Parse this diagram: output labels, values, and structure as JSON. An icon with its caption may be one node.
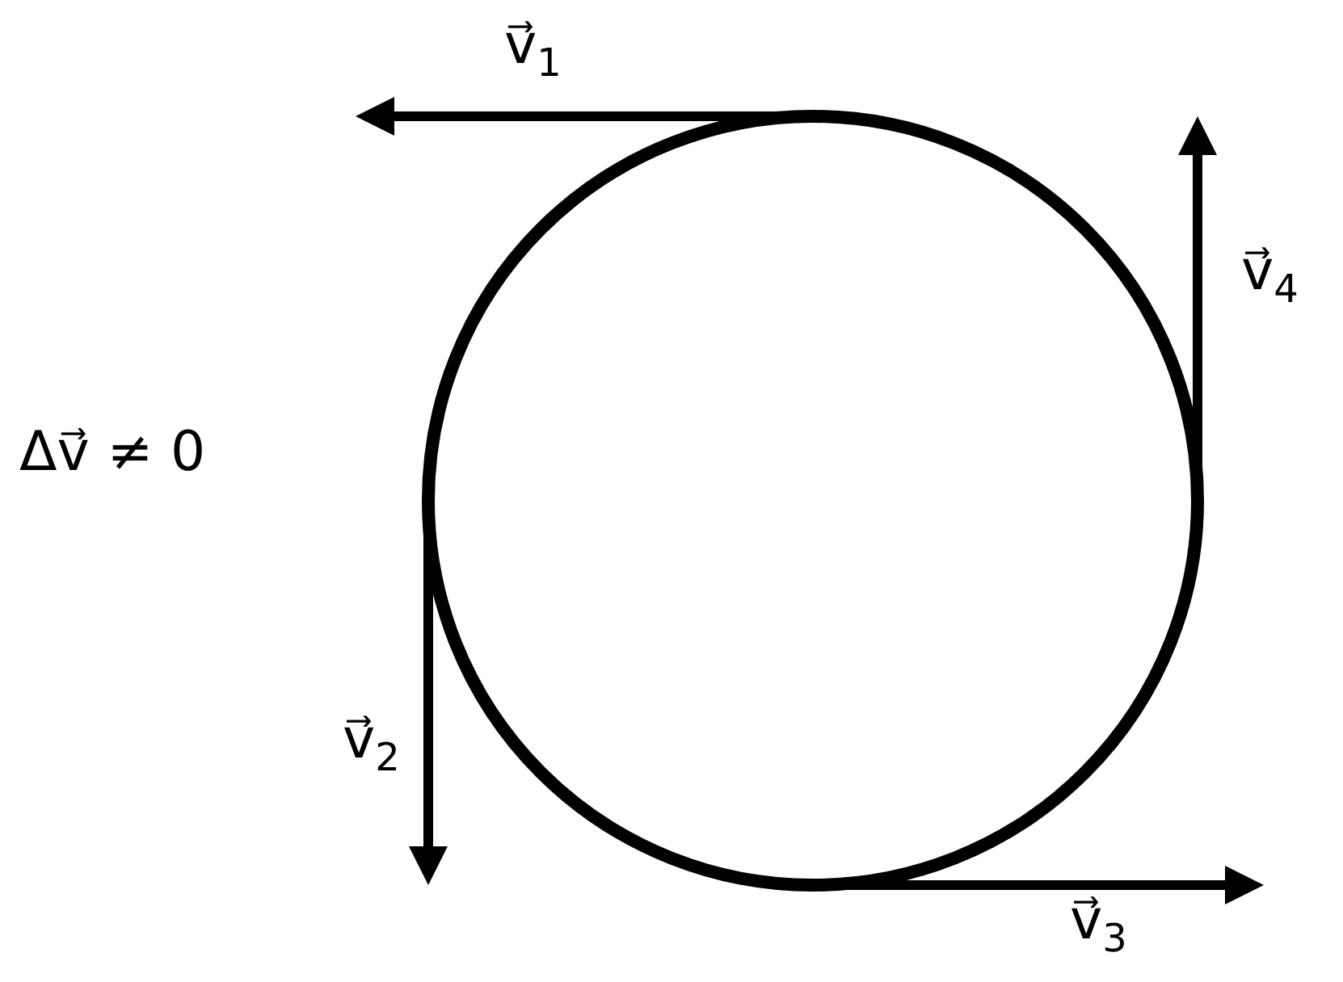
{
  "diagram": {
    "labels": [
      "v⃗$_{1}$",
      "v⃗$_{4}$",
      "Δv⃗ ≠ 0",
      "v⃗$_{2}$",
      "v⃗$_{3}$"
    ]
  }
}
